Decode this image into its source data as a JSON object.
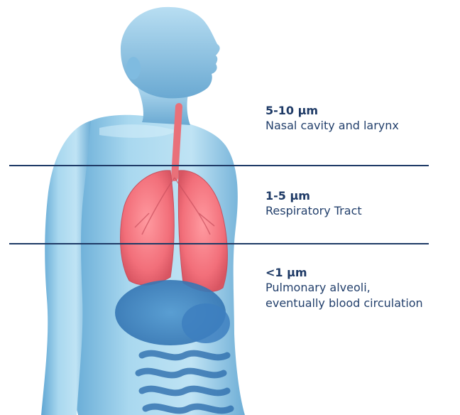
{
  "zones": [
    {
      "size": "5-10 µm",
      "description": "Nasal cavity and larynx"
    },
    {
      "size": "1-5 µm",
      "description": "Respiratory Tract"
    },
    {
      "size": "<1 µm",
      "description": "Pulmonary alveoli,\neventually blood circulation"
    }
  ],
  "colors": {
    "text": "#1e3a66",
    "lines": "#1e3a66",
    "body": "#8cc6e4",
    "lungs": "#f0707a"
  }
}
